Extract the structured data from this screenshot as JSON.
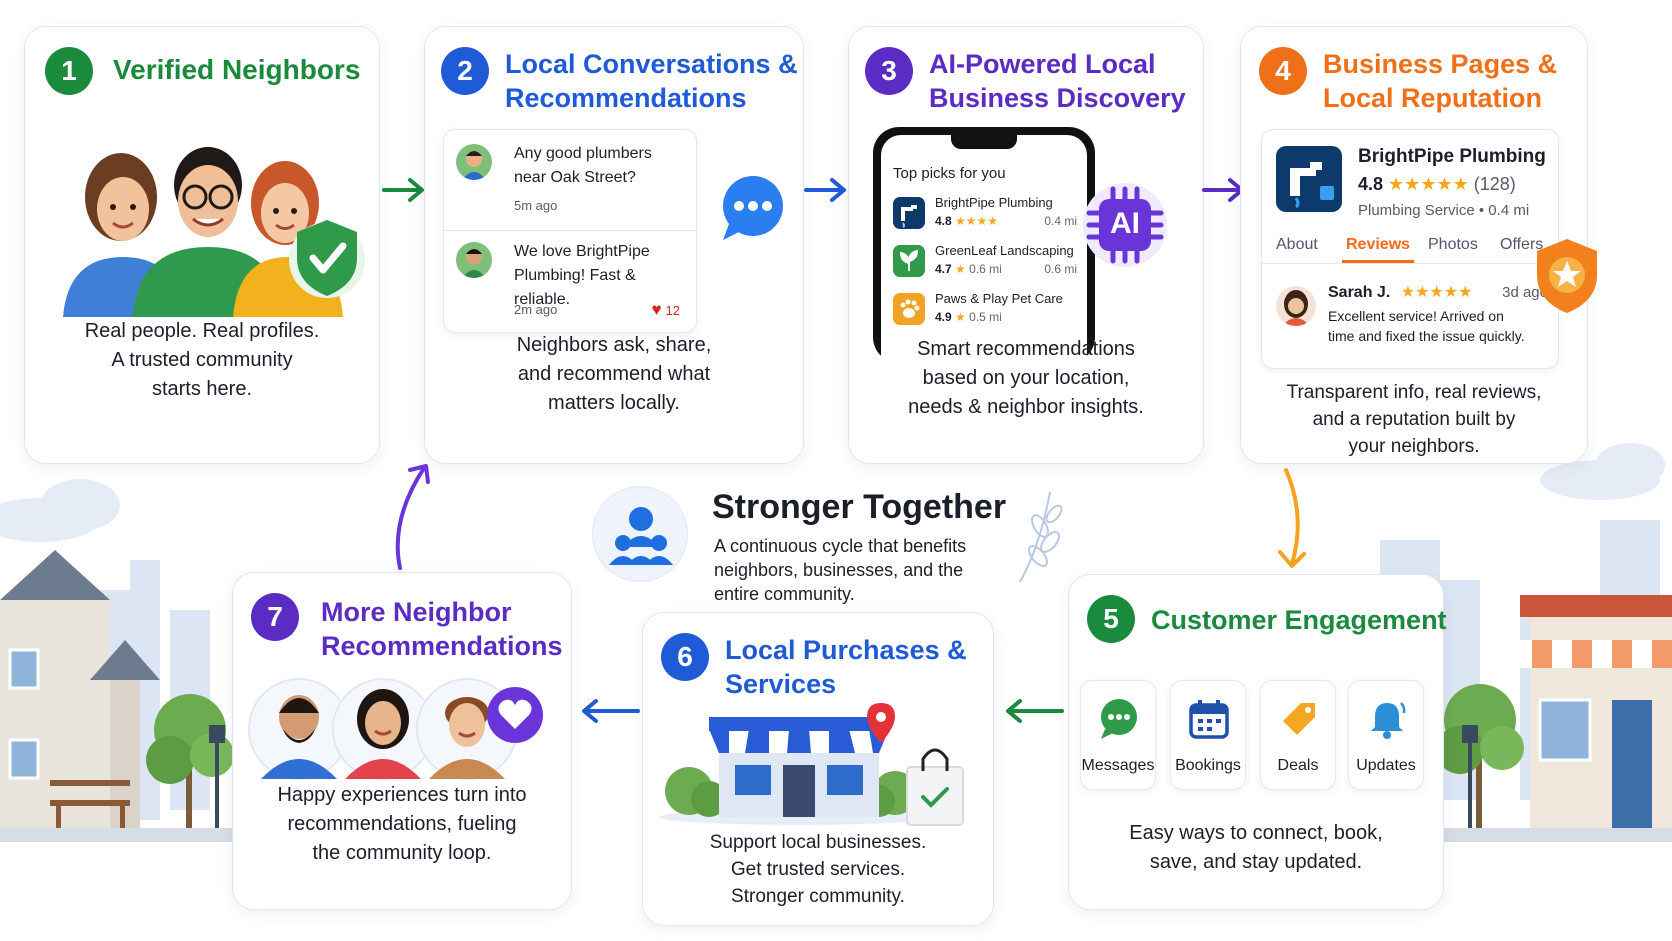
{
  "colors": {
    "green": "#1a8a3c",
    "blue": "#1f5bd6",
    "purple": "#5b2cc4",
    "orange": "#f0701a"
  },
  "steps": [
    {
      "number": "1",
      "title": "Verified Neighbors",
      "description": [
        "Real people. Real profiles.",
        "A trusted community",
        "starts here."
      ]
    },
    {
      "number": "2",
      "title": [
        "Local Conversations &",
        "Recommendations"
      ],
      "description": [
        "Neighbors ask, share,",
        "and recommend what",
        "matters locally."
      ],
      "chat": [
        {
          "text": [
            "Any good plumbers",
            "near Oak Street?"
          ],
          "time": "5m ago"
        },
        {
          "text": [
            "We love BrightPipe",
            "Plumbing! Fast & reliable."
          ],
          "time": "2m ago",
          "likes": "12"
        }
      ]
    },
    {
      "number": "3",
      "title": [
        "AI-Powered Local",
        "Business Discovery"
      ],
      "description": [
        "Smart recommendations",
        "based on your location,",
        "needs & neighbor insights."
      ],
      "phone_heading": "Top picks for you",
      "ai_label": "AI",
      "picks": [
        {
          "name": "BrightPipe Plumbing",
          "rating": "4.8",
          "stars": "★★★★",
          "distance": "0.4 mi",
          "icon": "faucet-icon"
        },
        {
          "name": "GreenLeaf Landscaping",
          "rating": "4.7",
          "stars": "★",
          "sub": "0.6 mi",
          "distance": "0.6 mi",
          "icon": "leaf-icon"
        },
        {
          "name": "Paws & Play Pet Care",
          "rating": "4.9",
          "stars": "★",
          "sub": "0.5 mi",
          "icon": "paw-icon"
        }
      ]
    },
    {
      "number": "4",
      "title": [
        "Business Pages &",
        "Local Reputation"
      ],
      "description": [
        "Transparent info, real reviews,",
        "and a reputation built by",
        "your neighbors."
      ],
      "business": {
        "name": "BrightPipe Plumbing",
        "rating": "4.8",
        "stars": "★★★★★",
        "count": "(128)",
        "category": "Plumbing Service",
        "distance": "• 0.4 mi"
      },
      "tabs": [
        "About",
        "Reviews",
        "Photos",
        "Offers"
      ],
      "active_tab": "Reviews",
      "review": {
        "author": "Sarah J.",
        "stars": "★★★★★",
        "time": "3d ago",
        "text": [
          "Excellent service! Arrived on",
          "time and fixed the issue quickly."
        ]
      }
    },
    {
      "number": "5",
      "title": "Customer Engagement",
      "description": [
        "Easy ways to connect, book,",
        "save, and stay updated."
      ],
      "tiles": [
        {
          "label": "Messages",
          "icon": "chat-bubble-icon"
        },
        {
          "label": "Bookings",
          "icon": "calendar-icon"
        },
        {
          "label": "Deals",
          "icon": "tag-icon"
        },
        {
          "label": "Updates",
          "icon": "bell-icon"
        }
      ]
    },
    {
      "number": "6",
      "title": [
        "Local Purchases &",
        "Services"
      ],
      "description": [
        "Support local businesses.",
        "Get trusted services.",
        "Stronger community."
      ]
    },
    {
      "number": "7",
      "title": [
        "More Neighbor",
        "Recommendations"
      ],
      "description": [
        "Happy experiences turn into",
        "recommendations, fueling",
        "the community loop."
      ]
    }
  ],
  "center": {
    "title": "Stronger Together",
    "subtitle": [
      "A continuous cycle that benefits",
      "neighbors, businesses, and the",
      "entire community."
    ]
  }
}
